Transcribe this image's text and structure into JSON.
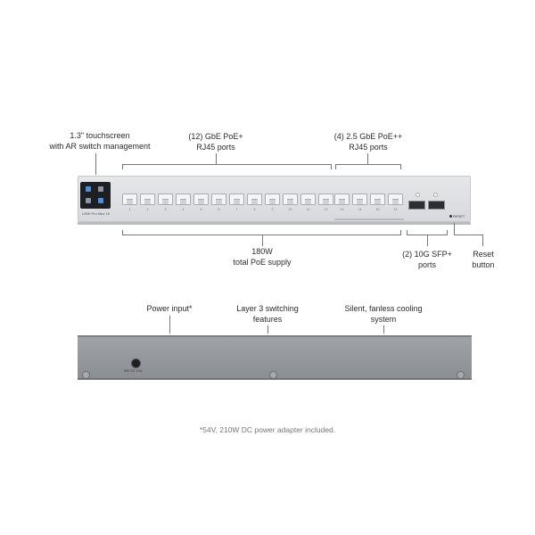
{
  "front_labels": {
    "touchscreen": [
      "1.3\" touchscreen",
      "with AR switch management"
    ],
    "gbe_ports": [
      "(12) GbE PoE+",
      "RJ45 ports"
    ],
    "multigig_ports": [
      "(4) 2.5 GbE PoE++",
      "RJ45 ports"
    ],
    "poe_supply": [
      "180W",
      "total PoE supply"
    ],
    "sfp_ports": [
      "(2) 10G SFP+",
      "ports"
    ],
    "reset": [
      "Reset",
      "button"
    ]
  },
  "device": {
    "model_text": "USW Pro Max 16",
    "reset_text": "RESET",
    "port_numbers": [
      "1",
      "2",
      "3",
      "4",
      "5",
      "6",
      "7",
      "8",
      "9",
      "10",
      "11",
      "12",
      "13",
      "14",
      "15",
      "16"
    ]
  },
  "back_labels": {
    "power_input": "Power input*",
    "layer3": [
      "Layer 3 switching",
      "features"
    ],
    "cooling": [
      "Silent, fanless cooling",
      "system"
    ],
    "power_jack_text": "54V DC 4.0A"
  },
  "footnote": "*54V, 210W DC power adapter included.",
  "colors": {
    "panel_light": "#dfe0e2",
    "panel_back": "#95989c",
    "touchscreen": "#1d1f24",
    "bracket": "#777777"
  }
}
